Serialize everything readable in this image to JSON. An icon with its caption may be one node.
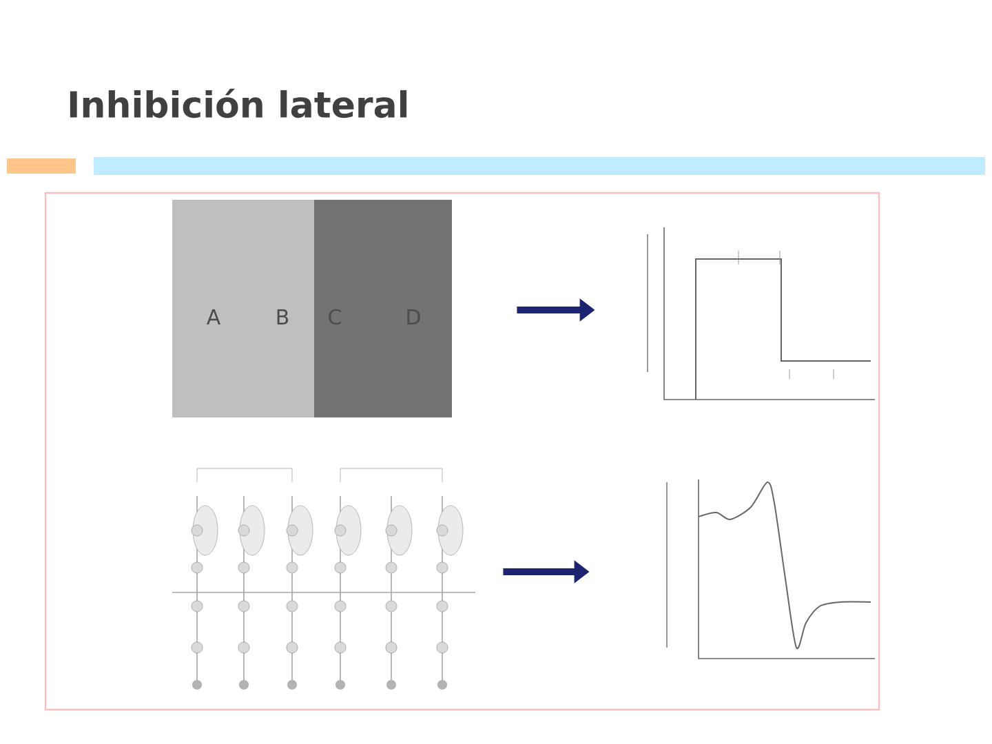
{
  "diagram": {
    "title": "Inhibición lateral",
    "nodes": [
      {
        "text": [
          "A",
          "B"
        ]
      },
      {
        "text": [
          "C",
          "D"
        ]
      },
      {
        "text": [],
        "shape": "picture"
      },
      {
        "text": [],
        "shape": "picture"
      },
      {
        "text": [],
        "shape": "picture"
      }
    ],
    "edges": [
      {
        "from": 1,
        "to": 2,
        "arrow": "to"
      },
      {
        "from": 3,
        "to": 4,
        "arrow": "to"
      }
    ]
  }
}
